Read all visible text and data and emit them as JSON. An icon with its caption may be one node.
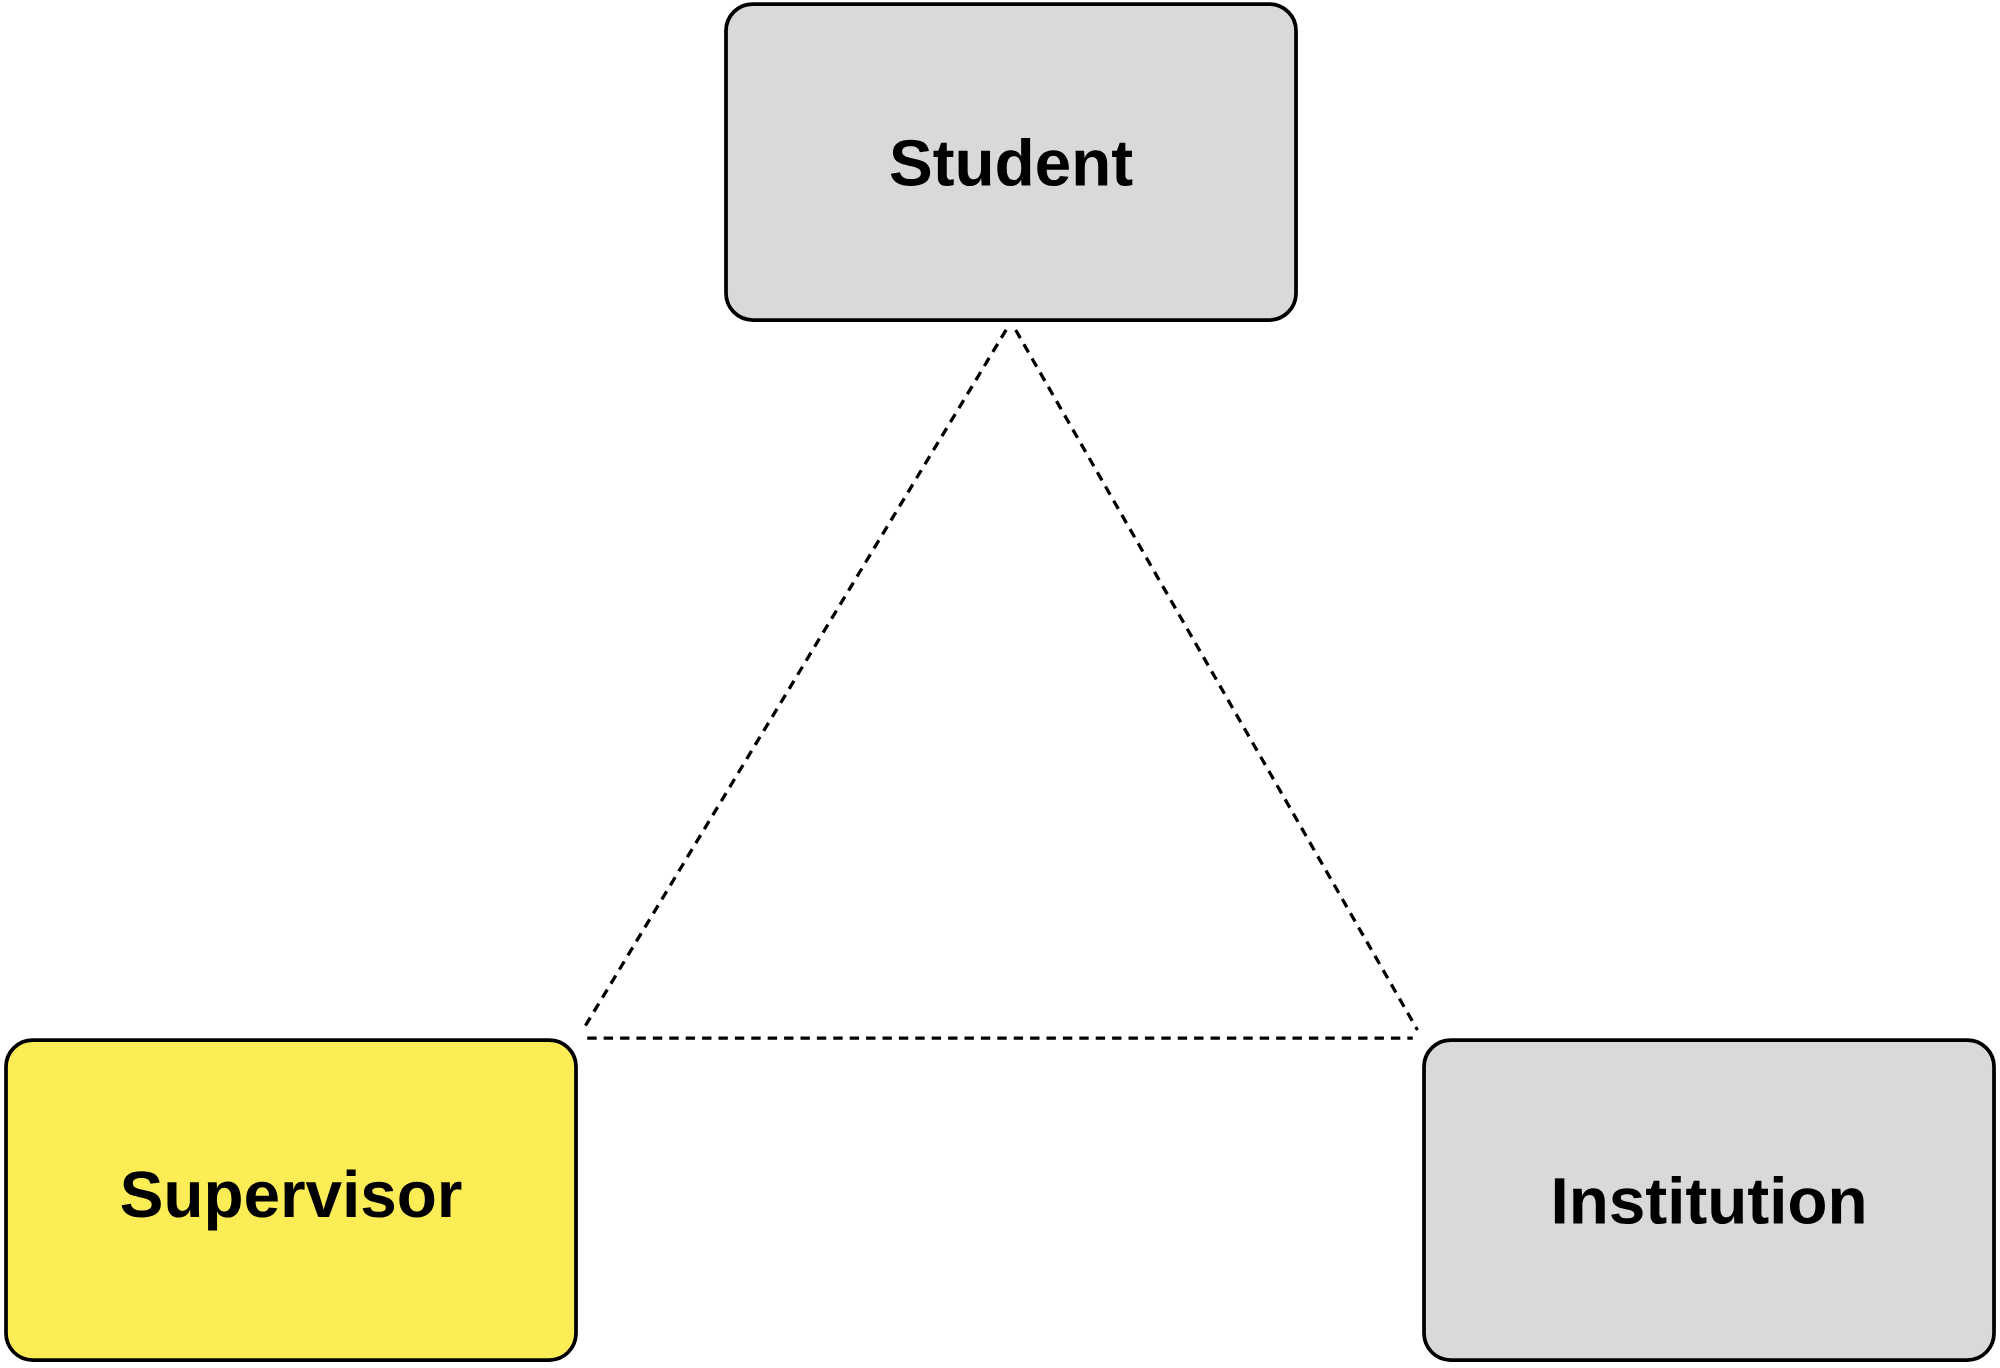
{
  "diagram": {
    "nodes": [
      {
        "text": [
          "Student"
        ]
      },
      {
        "text": [
          "Supervisor"
        ]
      },
      {
        "text": [
          "Institution"
        ]
      }
    ],
    "edges": [
      {
        "from": 0,
        "to": 1,
        "arrow": "none",
        "style": "dashed"
      },
      {
        "from": 0,
        "to": 2,
        "arrow": "none",
        "style": "dashed"
      },
      {
        "from": 1,
        "to": 2,
        "arrow": "none",
        "style": "dashed"
      }
    ]
  }
}
